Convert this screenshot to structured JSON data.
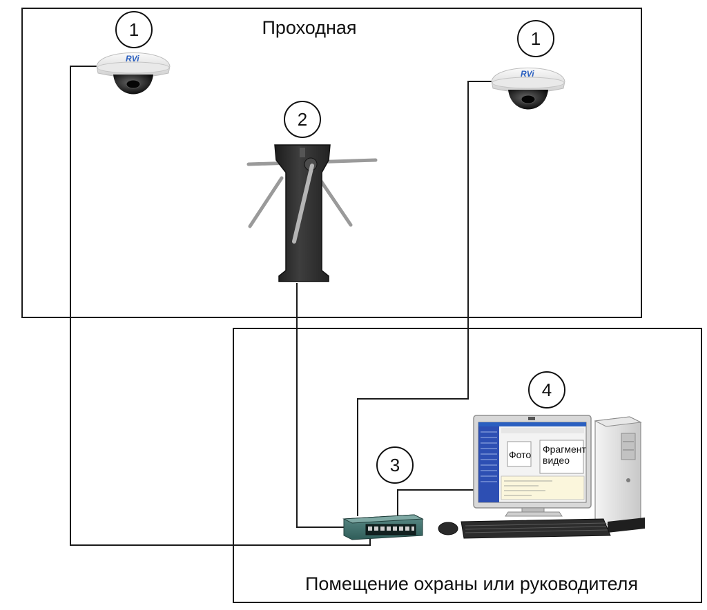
{
  "zones": {
    "checkpoint_label": "Проходная",
    "office_label": "Помещение охраны или руководителя"
  },
  "badges": {
    "camera_left": "1",
    "camera_right": "1",
    "turnstile": "2",
    "switch": "3",
    "computer": "4"
  },
  "devices": {
    "camera_brand": "RVi",
    "monitor_photo_label": "Фото",
    "monitor_video_line1": "Фрагмент",
    "monitor_video_line2": "видео"
  },
  "colors": {
    "zone_border": "#1a1a1a",
    "wire": "#1a1a1a",
    "switch_body": "#3d6f6b",
    "turnstile_body": "#2e2e2e",
    "screen_sidebar": "#2d4fb3",
    "brand_blue": "#2a5fc0"
  }
}
